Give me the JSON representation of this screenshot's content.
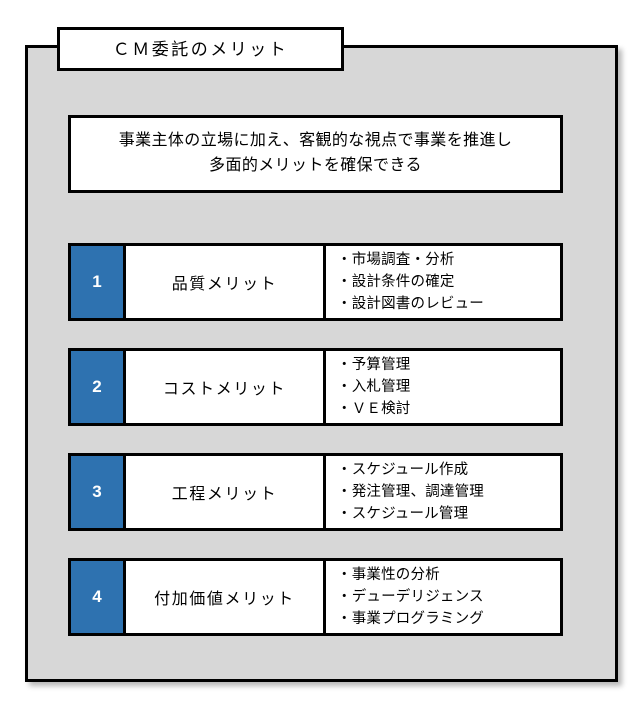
{
  "diagram": {
    "title": "ＣＭ委託のメリット",
    "summary_lines": [
      "事業主体の立場に加え、客観的な視点で事業を推進し",
      "多面的メリットを確保できる"
    ],
    "colors": {
      "panel_background": "#d7d7d7",
      "number_badge": "#2e72b0",
      "border": "#000000",
      "box_background": "#ffffff",
      "page_background": "#ffffff"
    },
    "rows": [
      {
        "number": "1",
        "name": "品質メリット",
        "items": [
          "・市場調査・分析",
          "・設計条件の確定",
          "・設計図書のレビュー"
        ]
      },
      {
        "number": "2",
        "name": "コストメリット",
        "items": [
          "・予算管理",
          "・入札管理",
          "・ＶＥ検討"
        ]
      },
      {
        "number": "3",
        "name": "工程メリット",
        "items": [
          "・スケジュール作成",
          "・発注管理、調達管理",
          "・スケジュール管理"
        ]
      },
      {
        "number": "4",
        "name": "付加価値メリット",
        "items": [
          "・事業性の分析",
          "・デューデリジェンス",
          "・事業プログラミング"
        ]
      }
    ]
  }
}
